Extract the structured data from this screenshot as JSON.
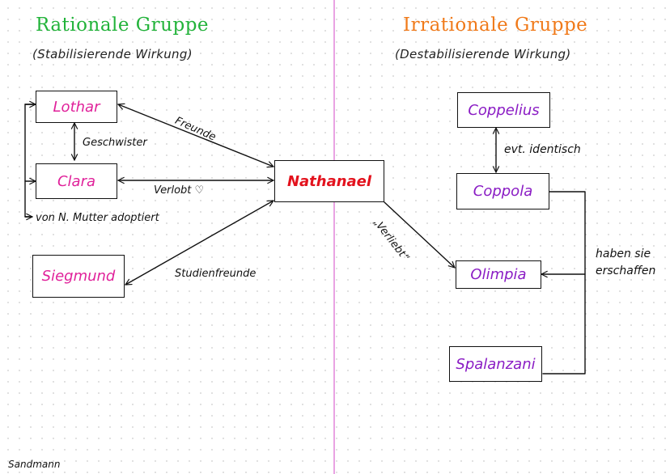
{
  "groups": {
    "rational": {
      "title": "Rationale Gruppe",
      "subtitle": "(Stabilisierende Wirkung)",
      "color": "#22b33a"
    },
    "irrational": {
      "title": "Irrationale Gruppe",
      "subtitle": "(Destabilisierende Wirkung)",
      "color": "#f07a1a"
    }
  },
  "nodes": {
    "lothar": {
      "label": "Lothar",
      "color": "#e0219a"
    },
    "clara": {
      "label": "Clara",
      "color": "#e0219a"
    },
    "siegmund": {
      "label": "Siegmund",
      "color": "#e0219a"
    },
    "nathanael": {
      "label": "Nathanael",
      "color": "#e3121d"
    },
    "coppelius": {
      "label": "Coppelius",
      "color": "#8a1cc4"
    },
    "coppola": {
      "label": "Coppola",
      "color": "#8a1cc4"
    },
    "olimpia": {
      "label": "Olimpia",
      "color": "#8a1cc4"
    },
    "spalanzani": {
      "label": "Spalanzani",
      "color": "#8a1cc4"
    }
  },
  "edges": {
    "lothar_nathanael": "Freunde",
    "lothar_clara": "Geschwister",
    "clara_nathanael": "Verlobt ♡",
    "clara_adopted": "von N. Mutter adoptiert",
    "siegmund_nathanael": "Studienfreunde",
    "coppelius_coppola": "evt. identisch",
    "nathanael_olimpia": "„Verliebt“",
    "creators_olimpia_line1": "haben sie",
    "creators_olimpia_line2": "erschaffen"
  },
  "footer": "Sandmann"
}
